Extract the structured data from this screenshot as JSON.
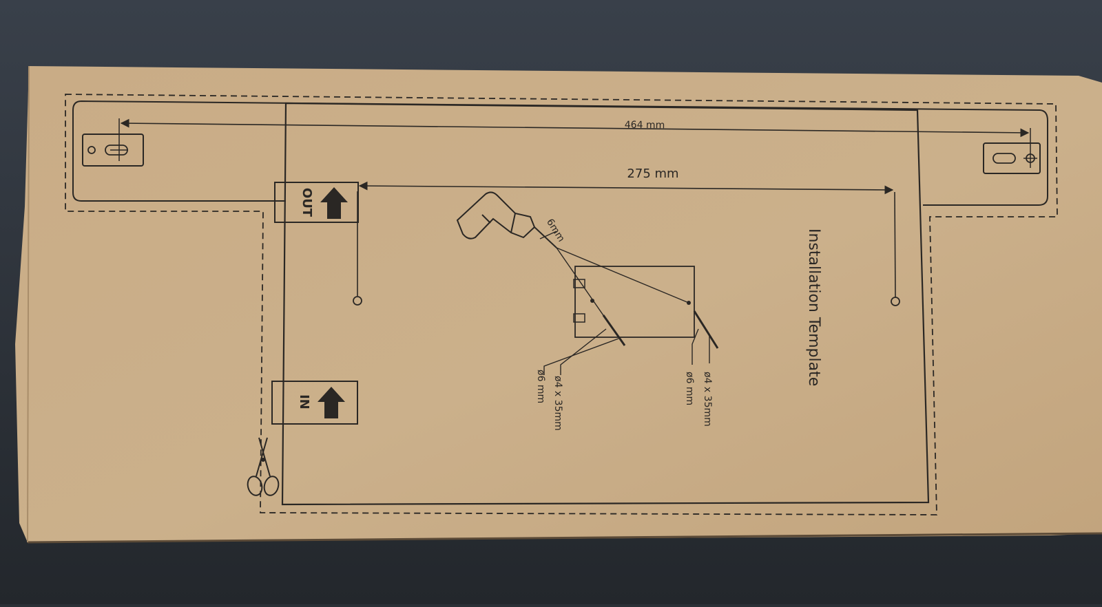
{
  "template": {
    "title": "Installation Template",
    "dim_outer": "464 mm",
    "dim_inner": "275 mm",
    "drill_size": "6mm",
    "label_out": "OUT",
    "label_in": "IN",
    "screw_left_a": "ø4 x 35mm",
    "screw_left_b": "ø6 mm",
    "screw_right_a": "ø4 x 35mm",
    "screw_right_b": "ø6 mm"
  },
  "colors": {
    "background": "#2b3036",
    "cardboard": "#c8ab85",
    "ink": "#2a2724"
  },
  "icons": [
    "drill-icon",
    "scissors-icon",
    "arrow-up-icon"
  ]
}
